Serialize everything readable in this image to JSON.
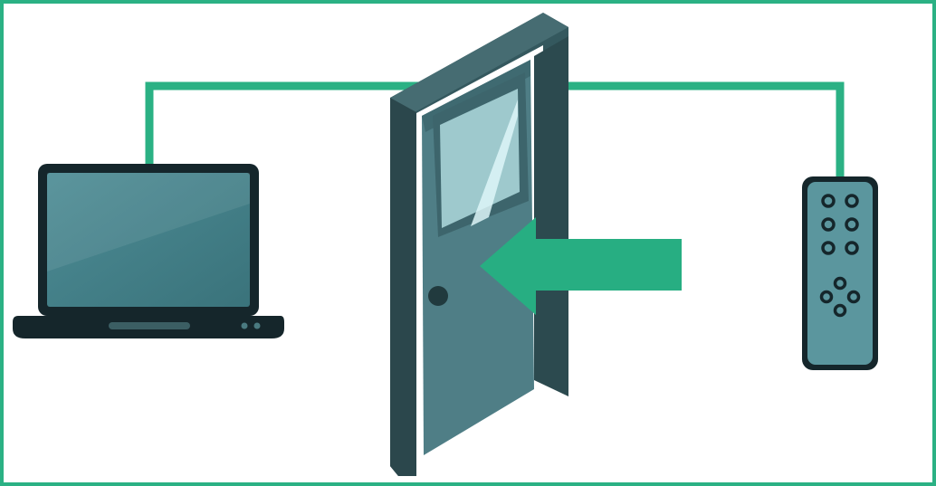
{
  "diagram": {
    "nodes": [
      {
        "id": "laptop",
        "icon": "laptop-icon"
      },
      {
        "id": "door",
        "icon": "door-icon"
      },
      {
        "id": "remote",
        "icon": "remote-control-icon"
      }
    ],
    "connections": [
      {
        "from": "laptop",
        "to": "door"
      },
      {
        "from": "door",
        "to": "remote"
      }
    ],
    "arrow": {
      "direction": "left",
      "target": "door",
      "icon": "arrow-left-icon"
    }
  },
  "colors": {
    "frame": "#2bb184",
    "line": "#2bb184",
    "arrow": "#27ae82",
    "device_dark": "#15262b",
    "screen": "#3e7f88",
    "door_frame": "#34585e",
    "door_panel": "#4f7e86",
    "glass": "#9ec9cd",
    "remote_body": "#5b969e"
  }
}
